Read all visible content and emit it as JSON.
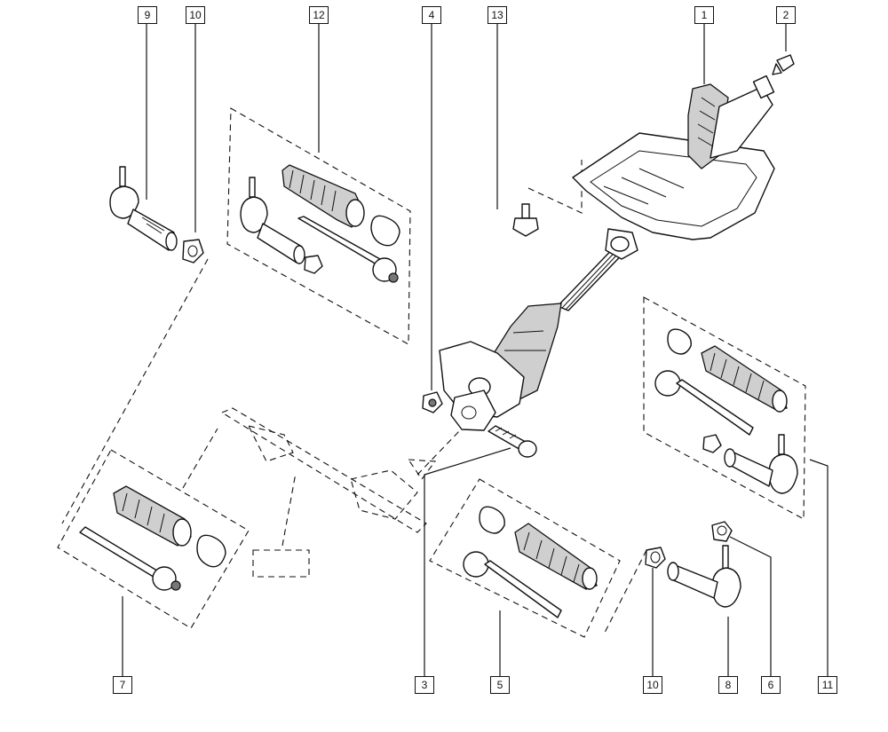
{
  "callouts": [
    {
      "id": "c9",
      "label": "9"
    },
    {
      "id": "c10a",
      "label": "10"
    },
    {
      "id": "c12",
      "label": "12"
    },
    {
      "id": "c4",
      "label": "4"
    },
    {
      "id": "c13",
      "label": "13"
    },
    {
      "id": "c1",
      "label": "1"
    },
    {
      "id": "c2",
      "label": "2"
    },
    {
      "id": "c7",
      "label": "7"
    },
    {
      "id": "c3",
      "label": "3"
    },
    {
      "id": "c5",
      "label": "5"
    },
    {
      "id": "c10b",
      "label": "10"
    },
    {
      "id": "c8",
      "label": "8"
    },
    {
      "id": "c6",
      "label": "6"
    },
    {
      "id": "c11",
      "label": "11"
    }
  ]
}
